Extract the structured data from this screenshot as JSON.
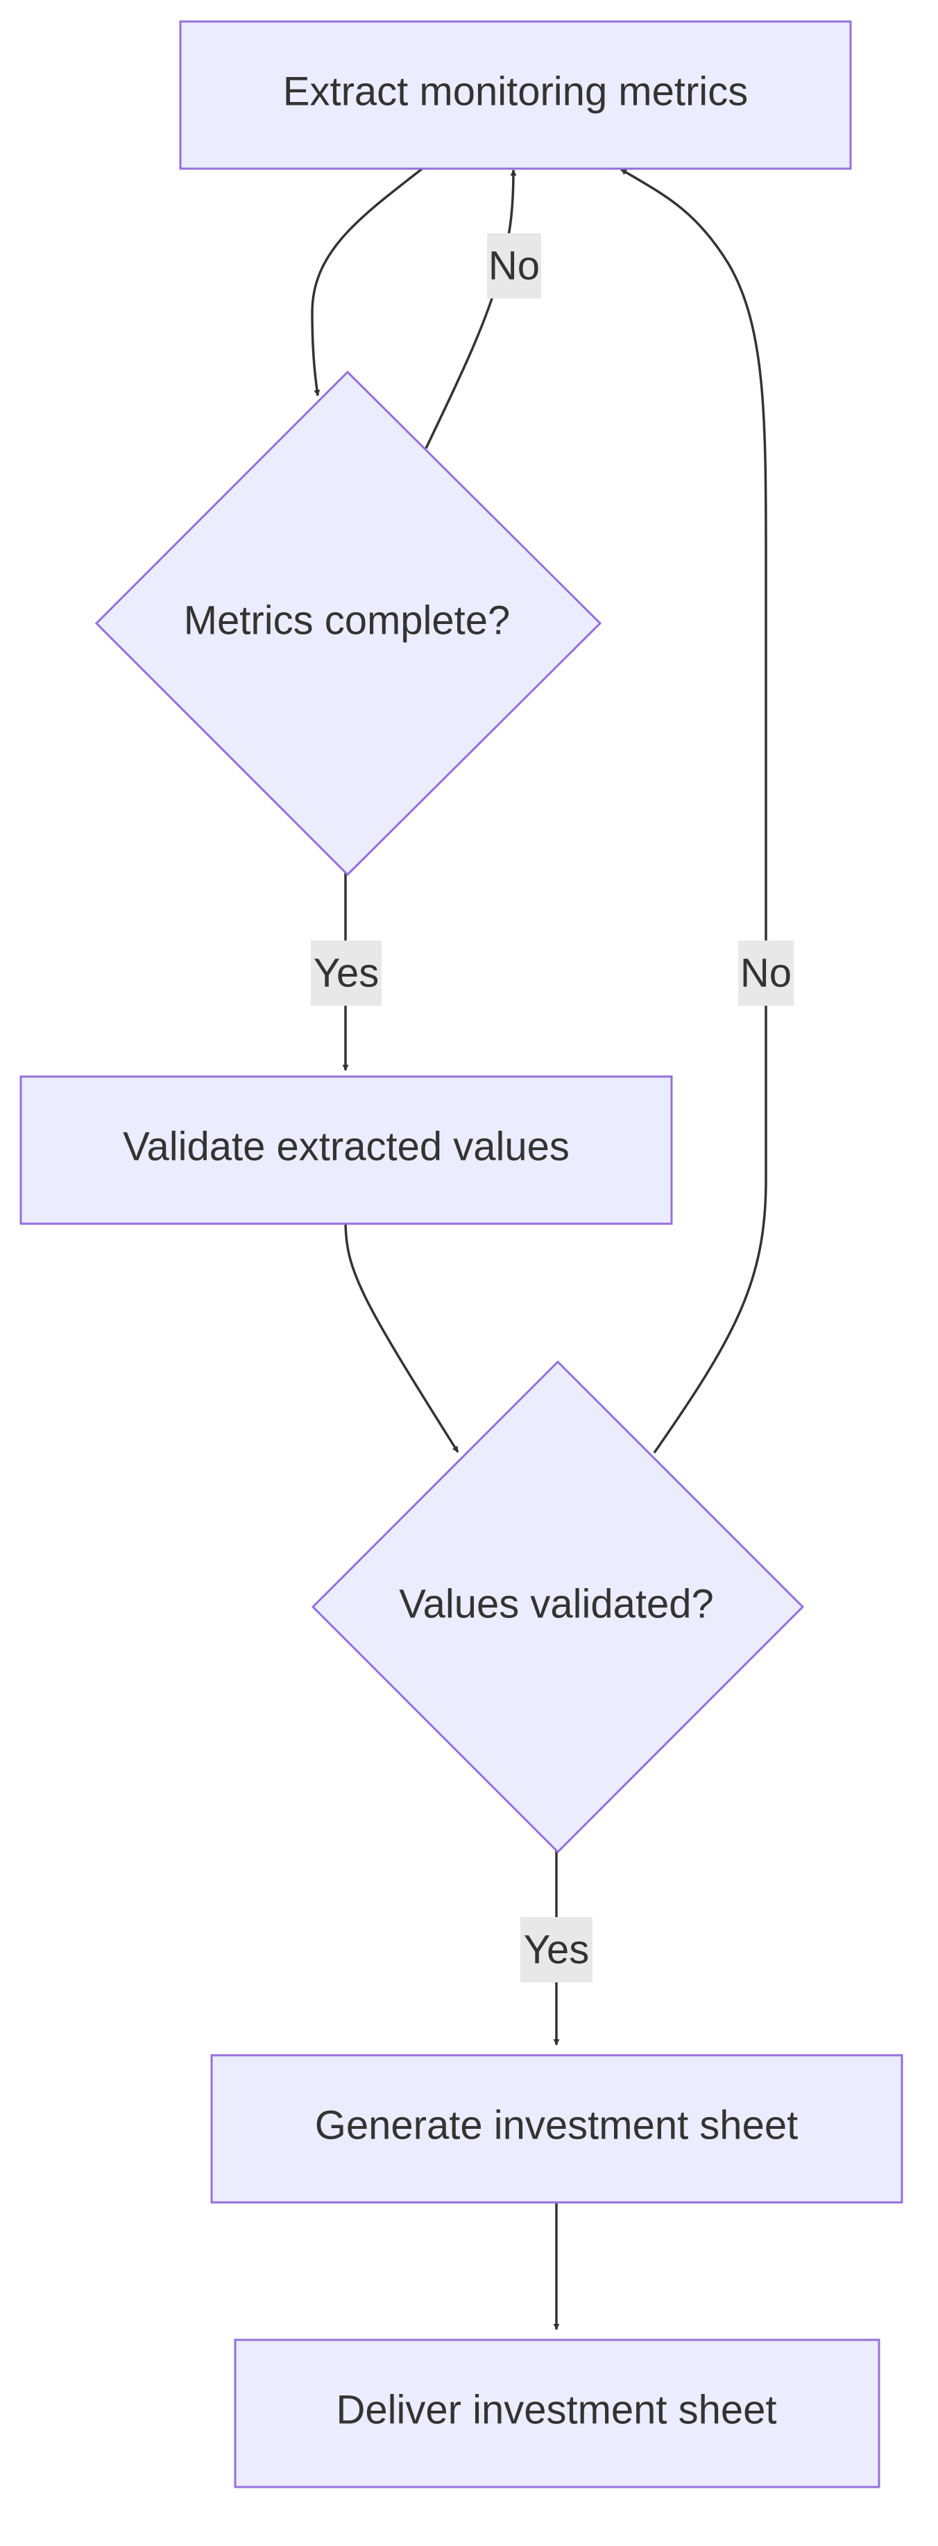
{
  "nodes": {
    "extract": {
      "label": "Extract monitoring metrics",
      "shape": "rect"
    },
    "metrics_complete": {
      "label": "Metrics complete?",
      "shape": "diamond"
    },
    "validate": {
      "label": "Validate extracted values",
      "shape": "rect"
    },
    "values_validated": {
      "label": "Values validated?",
      "shape": "diamond"
    },
    "generate": {
      "label": "Generate investment sheet",
      "shape": "rect"
    },
    "deliver": {
      "label": "Deliver investment sheet",
      "shape": "rect"
    }
  },
  "edges": {
    "extract_to_metrics": {
      "from": "extract",
      "to": "metrics_complete",
      "label": ""
    },
    "metrics_no": {
      "from": "metrics_complete",
      "to": "extract",
      "label": "No"
    },
    "metrics_yes": {
      "from": "metrics_complete",
      "to": "validate",
      "label": "Yes"
    },
    "validate_to_values": {
      "from": "validate",
      "to": "values_validated",
      "label": ""
    },
    "values_no": {
      "from": "values_validated",
      "to": "extract",
      "label": "No"
    },
    "values_yes": {
      "from": "values_validated",
      "to": "generate",
      "label": "Yes"
    },
    "generate_to_deliver": {
      "from": "generate",
      "to": "deliver",
      "label": ""
    }
  },
  "colors": {
    "node_fill": "#ECECFF",
    "node_stroke": "#9370DB",
    "edge_stroke": "#333333",
    "edge_label_bg": "#e8e8e8",
    "text": "#333333"
  }
}
